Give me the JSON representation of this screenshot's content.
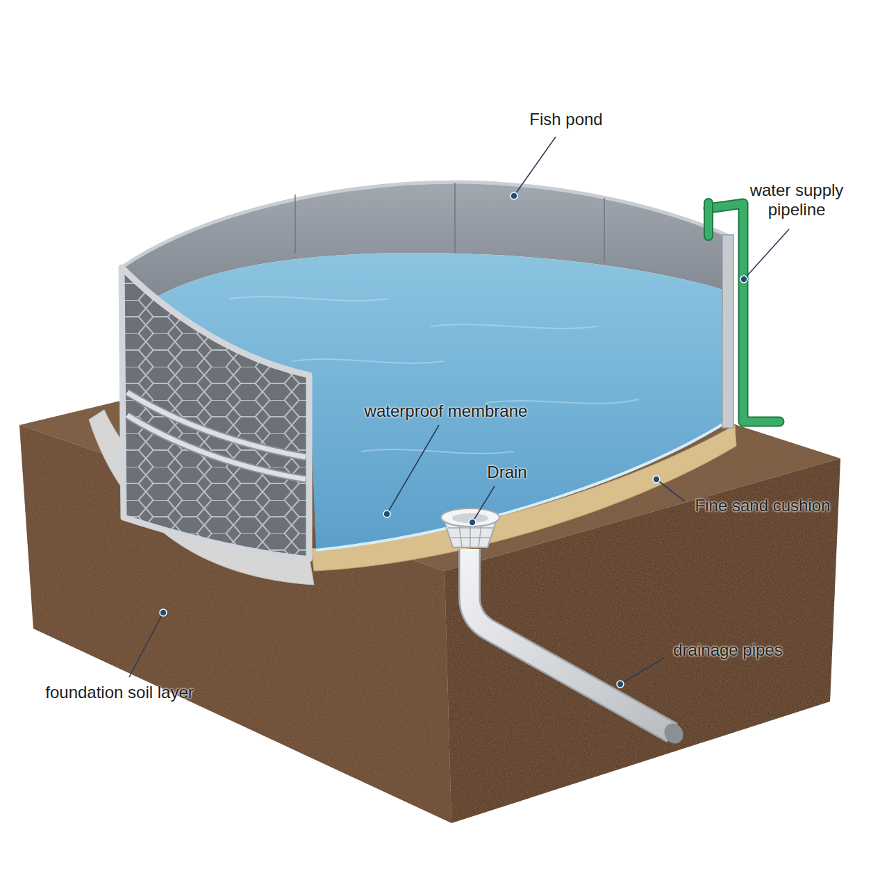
{
  "diagram": {
    "labels": [
      "Fish pond",
      "water supply pipeline",
      "waterproof membrane",
      "Drain",
      "Fine sand cushion",
      "drainage pipes",
      "foundation soil layer"
    ]
  }
}
